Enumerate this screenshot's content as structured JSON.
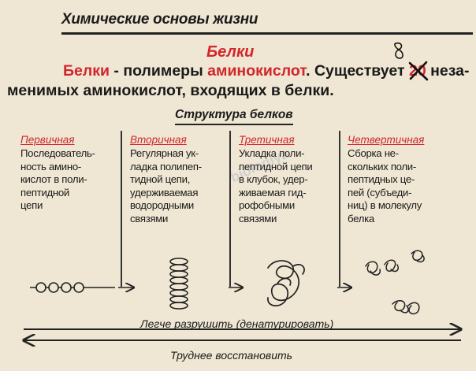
{
  "header": {
    "section_title": "Химические основы жизни"
  },
  "intro": {
    "heading": "Белки",
    "line1_a": "Белки",
    "line1_b": " - полимеры ",
    "line1_c": "аминокислот",
    "line1_d": ". Существует ",
    "number": "20",
    "line1_e": " неза-",
    "line2": "менимых  аминокислот, входящих в белки.",
    "handwritten_correction": "8"
  },
  "structure": {
    "title": "Структура белков",
    "columns": [
      {
        "heading": "Первичная",
        "lines": [
          "Последователь-",
          "ность амино-",
          "кислот в поли-",
          "пептидной",
          "цепи"
        ]
      },
      {
        "heading": "Вторичная",
        "lines": [
          "Регулярная ук-",
          "ладка полипеп-",
          "тидной цепи,",
          "удерживаемая",
          "водородными",
          "связями"
        ]
      },
      {
        "heading": "Третичная",
        "lines": [
          "Укладка поли-",
          "пептидной цепи",
          "в клубок, удер-",
          "живаемая гид-",
          "рофобными",
          "связями"
        ]
      },
      {
        "heading": "Четвертичная",
        "lines": [
          "Сборка не-",
          "скольких поли-",
          "пептидных це-",
          "пей (субъеди-",
          "ниц) в молекулу",
          "белка"
        ]
      }
    ]
  },
  "bottom": {
    "easier": "Легче разрушить (денатурировать)",
    "harder": "Труднее восстановить"
  },
  "watermark": "biologiya",
  "colors": {
    "accent_red": "#d3252c",
    "paper": "#efe7d3",
    "ink": "#1a1a1a"
  }
}
